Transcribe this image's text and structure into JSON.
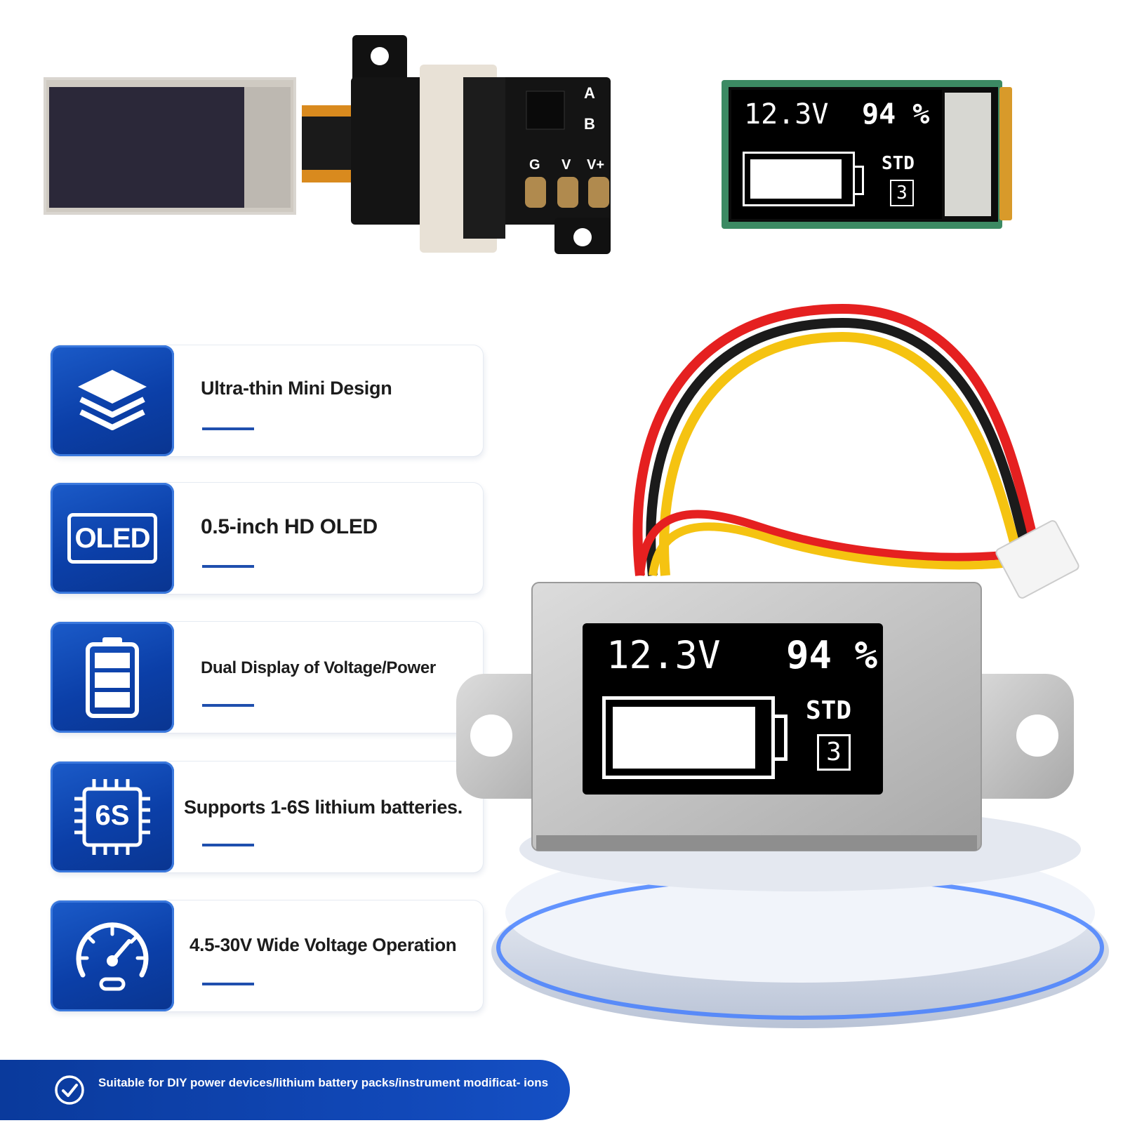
{
  "features": [
    {
      "title": "Ultra-thin Mini Design",
      "icon": "layers-icon"
    },
    {
      "title": "0.5-inch HD OLED",
      "icon": "oled-icon",
      "icon_text": "OLED"
    },
    {
      "title": "Dual Display of Voltage/Power",
      "icon": "battery-icon"
    },
    {
      "title": "Supports 1-6S lithium batteries.",
      "icon": "chip-6s-icon",
      "icon_text": "6S"
    },
    {
      "title": "4.5-30V Wide Voltage Operation",
      "icon": "speedometer-icon"
    }
  ],
  "banner": {
    "text": "Suitable for DIY power devices/lithium battery packs/instrument modificat- ions",
    "icon": "check-circle-icon"
  },
  "display": {
    "voltage": "12.3V",
    "percent": "94 %",
    "mode": "STD",
    "cells": "3",
    "battery_level": 0.94
  },
  "pcb_labels": {
    "a": "A",
    "b": "B",
    "g": "G",
    "v": "V",
    "vplus": "V+"
  },
  "colors": {
    "brand_blue": "#0b3fa8",
    "accent_blue": "#1f4fae",
    "metal": "#c9c9c9"
  }
}
